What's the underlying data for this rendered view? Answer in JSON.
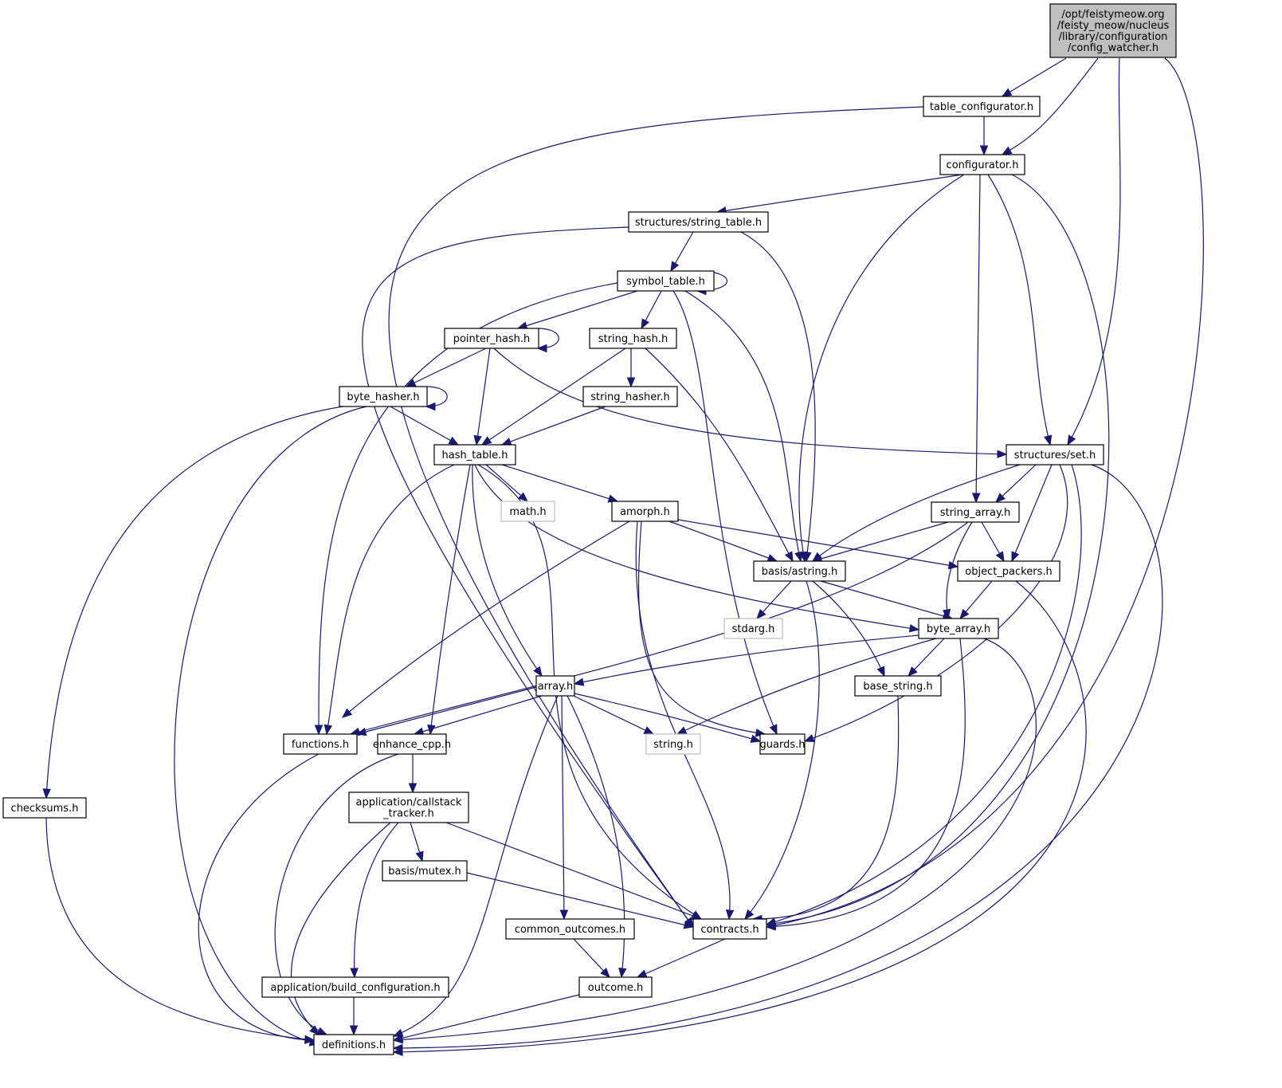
{
  "title": "Include dependency graph for config_watcher.h",
  "edge_color": "#191970",
  "nodes": {
    "root": {
      "lines": [
        "/opt/feistymeow.org",
        "/feisty_meow/nucleus",
        "/library/configuration",
        "/config_watcher.h"
      ]
    },
    "table_configurator": {
      "label": "table_configurator.h"
    },
    "configurator": {
      "label": "configurator.h"
    },
    "string_table": {
      "label": "structures/string_table.h"
    },
    "symbol_table": {
      "label": "symbol_table.h"
    },
    "pointer_hash": {
      "label": "pointer_hash.h"
    },
    "string_hash": {
      "label": "string_hash.h"
    },
    "byte_hasher": {
      "label": "byte_hasher.h"
    },
    "string_hasher": {
      "label": "string_hasher.h"
    },
    "hash_table": {
      "label": "hash_table.h"
    },
    "set": {
      "label": "structures/set.h"
    },
    "math": {
      "label": "math.h"
    },
    "amorph": {
      "label": "amorph.h"
    },
    "string_array": {
      "label": "string_array.h"
    },
    "astring": {
      "label": "basis/astring.h"
    },
    "object_packers": {
      "label": "object_packers.h"
    },
    "stdarg": {
      "label": "stdarg.h"
    },
    "byte_array": {
      "label": "byte_array.h"
    },
    "array": {
      "label": "array.h"
    },
    "base_string": {
      "label": "base_string.h"
    },
    "functions": {
      "label": "functions.h"
    },
    "enhance_cpp": {
      "label": "enhance_cpp.h"
    },
    "string_h": {
      "label": "string.h"
    },
    "guards": {
      "label": "guards.h"
    },
    "checksums": {
      "label": "checksums.h"
    },
    "callstack_tracker": {
      "lines": [
        "application/callstack",
        "_tracker.h"
      ]
    },
    "mutex": {
      "label": "basis/mutex.h"
    },
    "common_outcomes": {
      "label": "common_outcomes.h"
    },
    "contracts": {
      "label": "contracts.h"
    },
    "build_configuration": {
      "label": "application/build_configuration.h"
    },
    "outcome": {
      "label": "outcome.h"
    },
    "definitions": {
      "label": "definitions.h"
    }
  }
}
